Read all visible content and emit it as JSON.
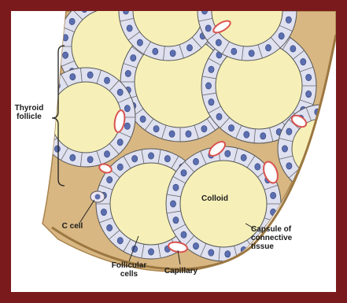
{
  "labels": {
    "thyroid_follicle": "Thyroid\nfollicle",
    "colloid": "Colloid",
    "c_cell": "C cell",
    "capsule": "Capsule of\nconnective\ntissue",
    "follicular_cells": "Follicular\ncells",
    "capillary": "Capillary"
  },
  "colors": {
    "frame": "#7b1a1c",
    "colloid": "#f6f0b8",
    "cell_fill": "#dfe1f0",
    "nucleus": "#5b6fb0",
    "connective": "#c9a46a",
    "capillary_wall": "#d9534f"
  }
}
